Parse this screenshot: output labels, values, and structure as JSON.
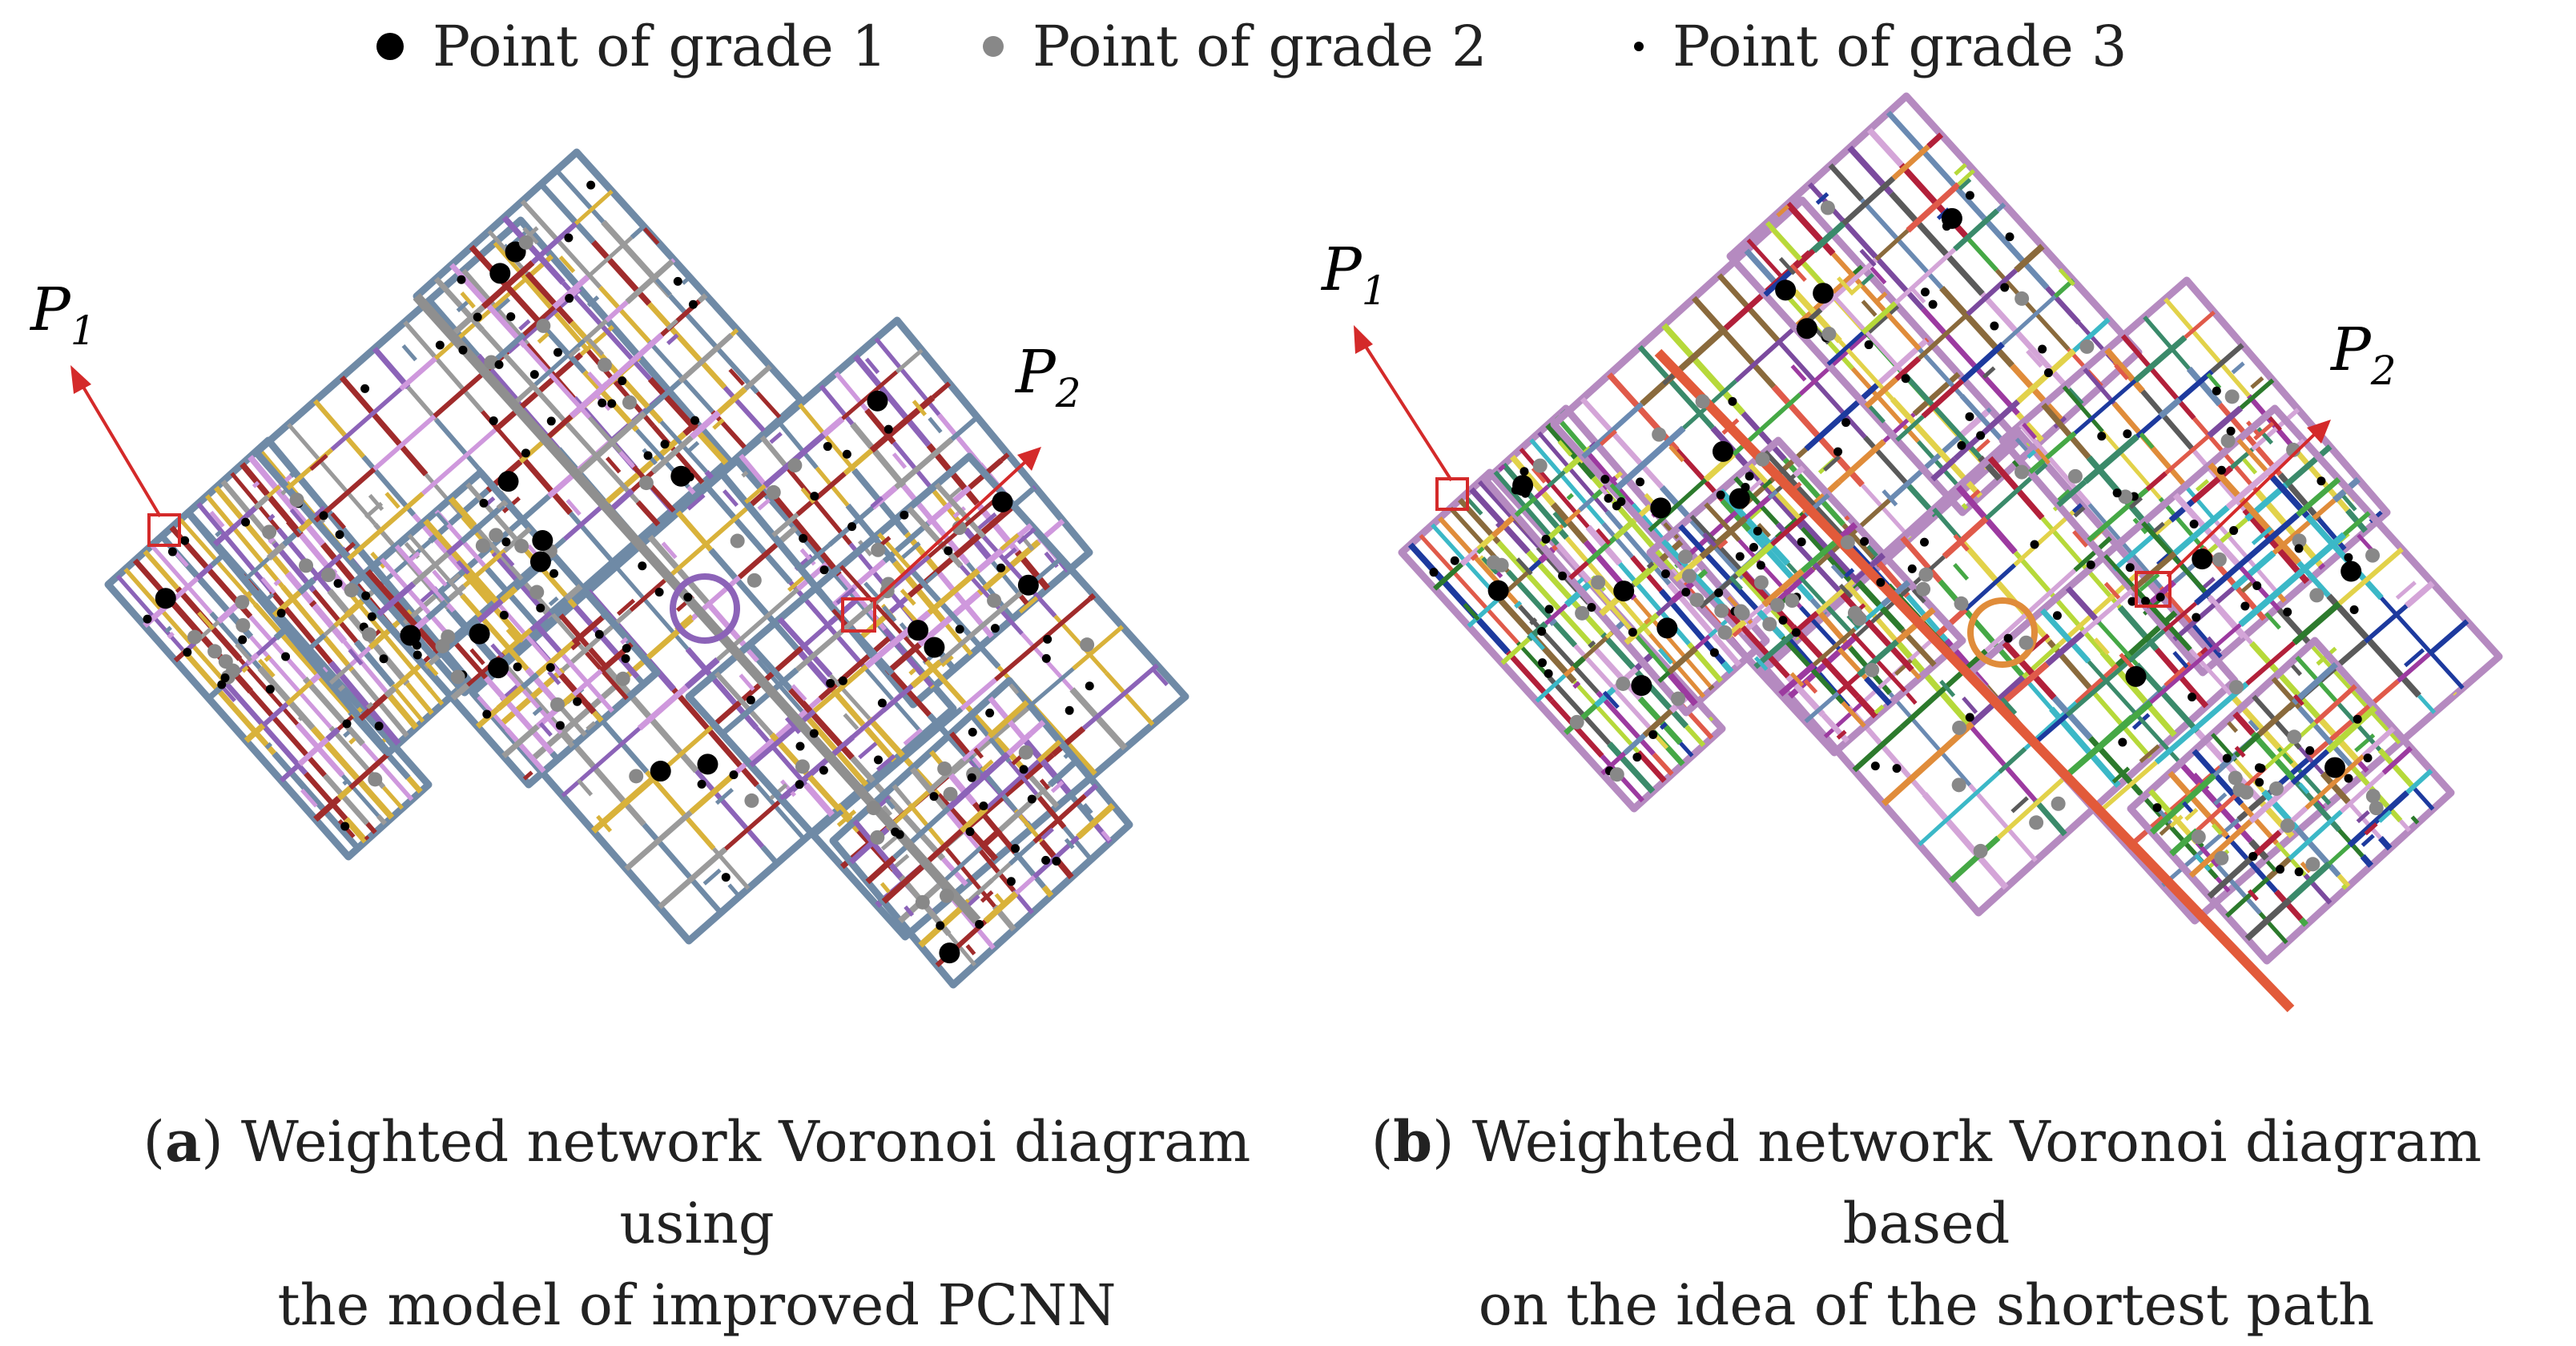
{
  "legend": {
    "items": [
      {
        "label": "Point of grade 1",
        "color": "#000000"
      },
      {
        "label": "Point of grade 2",
        "color": "#888888"
      },
      {
        "label": "Point of grade 3",
        "color": "#000000"
      }
    ]
  },
  "panel_a": {
    "p1_base": "P",
    "p1_sub": "1",
    "p2_base": "P",
    "p2_sub": "2"
  },
  "panel_b": {
    "p1_base": "P",
    "p1_sub": "1",
    "p2_base": "P",
    "p2_sub": "2"
  },
  "captions": {
    "a": {
      "tag": "a",
      "line1": "Weighted network Voronoi diagram using",
      "line2": "the model of improved PCNN"
    },
    "b": {
      "tag": "b",
      "line1": "Weighted network Voronoi diagram based",
      "line2": "on the idea of the shortest path"
    }
  },
  "colors": {
    "marker_red": "#d42a2a",
    "a_palette": [
      "#6f8aa6",
      "#8c63b8",
      "#d9b23a",
      "#cf98dd",
      "#a02b2b",
      "#9a9a9a"
    ],
    "b_palette": [
      "#d4a5d8",
      "#e08c3a",
      "#3bb8c7",
      "#1d3a9e",
      "#2c7a2c",
      "#b2203a",
      "#8a6a3c",
      "#e2d24a",
      "#7b4a9e",
      "#3a8a6a",
      "#b6d93a",
      "#e05a4a",
      "#5a5a5a",
      "#6a8ab2",
      "#9c3aa0",
      "#45a845"
    ]
  }
}
